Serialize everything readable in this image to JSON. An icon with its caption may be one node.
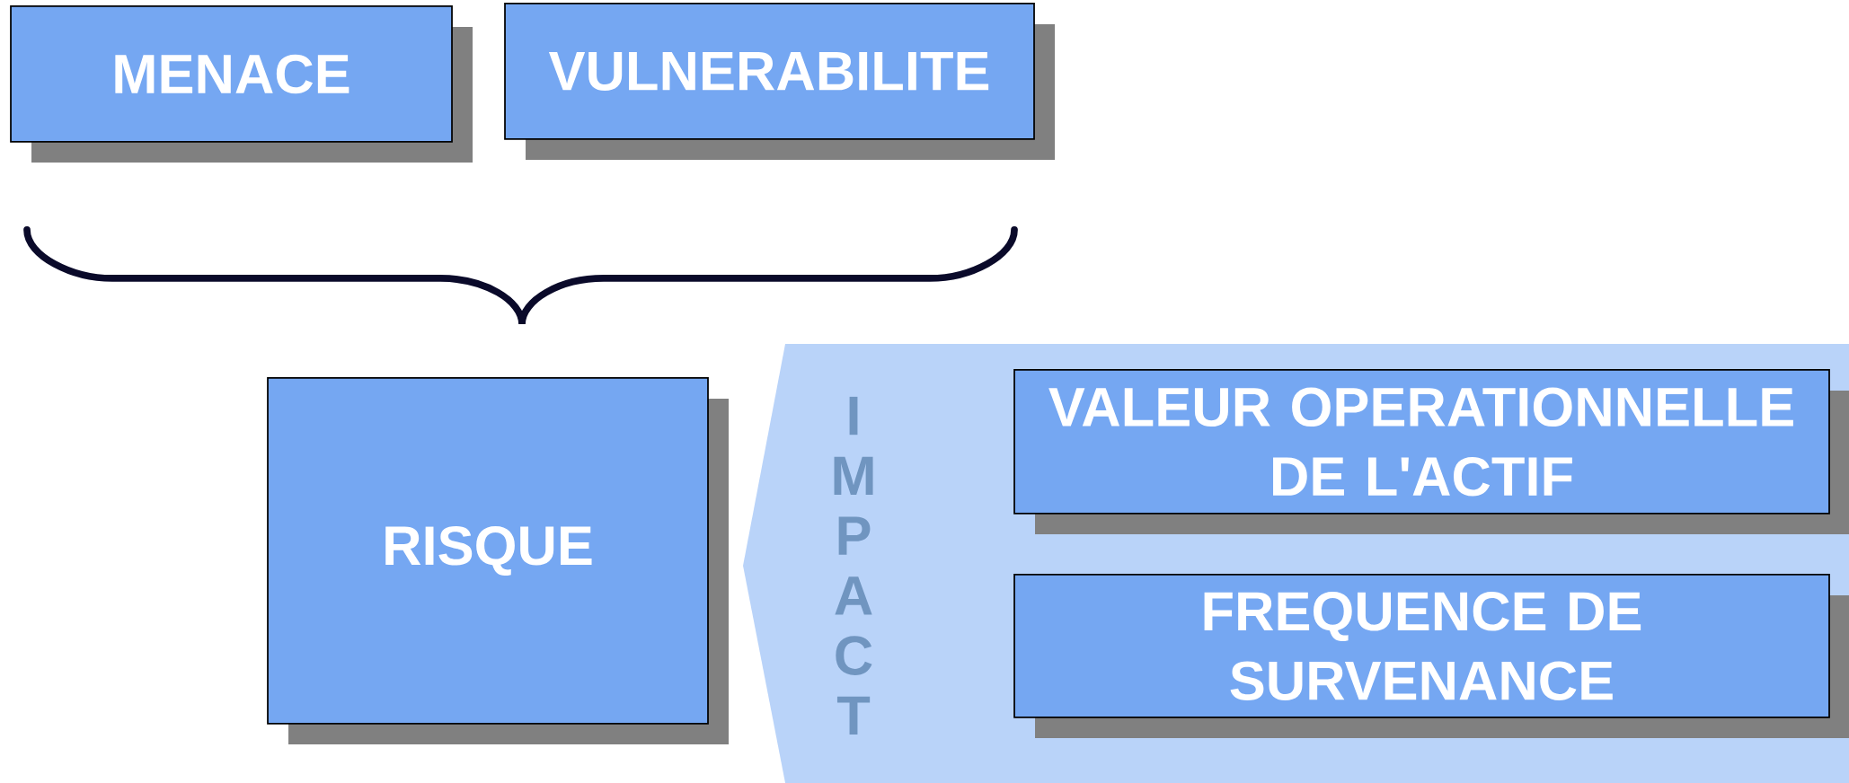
{
  "diagram": {
    "nodes": [
      {
        "text": [
          "MENACE"
        ]
      },
      {
        "text": [
          "VULNERABILITE"
        ]
      },
      {
        "text": [
          "RISQUE"
        ]
      },
      {
        "text": [
          "IMPACT"
        ]
      },
      {
        "text": [
          "VALEUR OPERATIONNELLE DE L'ACTIF"
        ],
        "in": 3
      },
      {
        "text": [
          "FREQUENCE DE SURVENANCE"
        ],
        "in": 3
      }
    ]
  }
}
